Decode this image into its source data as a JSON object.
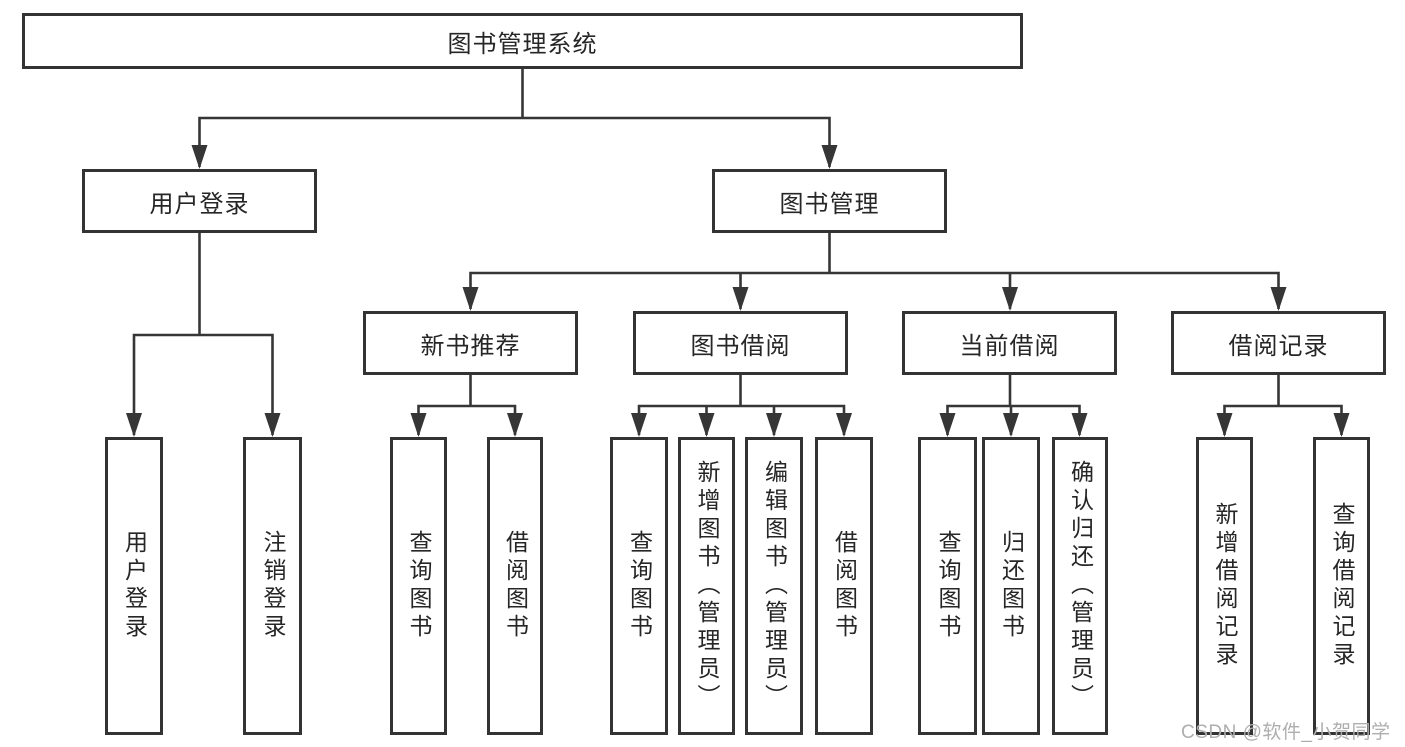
{
  "diagram": {
    "root": {
      "id": "library-management-system",
      "label": "图书管理系统"
    },
    "level2": [
      {
        "id": "user-login",
        "label": "用户登录"
      },
      {
        "id": "book-management",
        "label": "图书管理"
      }
    ],
    "level3": [
      {
        "id": "new-book-recommend",
        "label": "新书推荐",
        "parent": "book-management"
      },
      {
        "id": "book-borrow",
        "label": "图书借阅",
        "parent": "book-management"
      },
      {
        "id": "current-borrow",
        "label": "当前借阅",
        "parent": "book-management"
      },
      {
        "id": "borrow-records",
        "label": "借阅记录",
        "parent": "book-management"
      }
    ],
    "leaves": [
      {
        "group": "user-login",
        "label": "用户登录"
      },
      {
        "group": "user-login",
        "label": "注销登录"
      },
      {
        "group": "new-book-recommend",
        "label": "查询图书"
      },
      {
        "group": "new-book-recommend",
        "label": "借阅图书"
      },
      {
        "group": "book-borrow",
        "label": "查询图书"
      },
      {
        "group": "book-borrow",
        "label": "新增图书（管理员）"
      },
      {
        "group": "book-borrow",
        "label": "编辑图书（管理员）"
      },
      {
        "group": "book-borrow",
        "label": "借阅图书"
      },
      {
        "group": "current-borrow",
        "label": "查询图书"
      },
      {
        "group": "current-borrow",
        "label": "归还图书"
      },
      {
        "group": "current-borrow",
        "label": "确认归还（管理员）"
      },
      {
        "group": "borrow-records",
        "label": "新增借阅记录"
      },
      {
        "group": "borrow-records",
        "label": "查询借阅记录"
      }
    ],
    "watermark": "CSDN @软件_小贺同学",
    "colors": {
      "line": "#363636",
      "box_border": "#333333",
      "text": "#262626",
      "watermark": "#aeaeae",
      "background": "#ffffff"
    }
  }
}
